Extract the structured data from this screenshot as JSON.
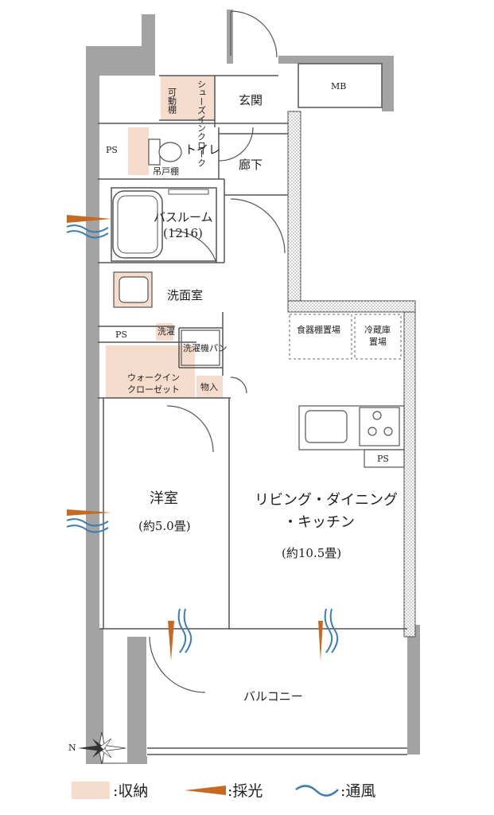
{
  "rooms": {
    "movable_shelf": "可動棚",
    "shoe_in_closet": "シューズインクローク",
    "entrance": "玄関",
    "mb": "MB",
    "ps_upper": "PS",
    "toilet": "トイレ",
    "hanging_cabinet": "吊戸棚",
    "corridor": "廊下",
    "bathroom": "バスルーム",
    "bathroom_size": "(1216)",
    "washroom": "洗面室",
    "ps_middle": "PS",
    "washer_small": "洗濯",
    "washer_pan": "洗濯機パン",
    "walkin_closet_1": "ウォークイン",
    "walkin_closet_2": "クローゼット",
    "storage": "物入",
    "dish_shelf": "食器棚置場",
    "fridge_1": "冷蔵庫",
    "fridge_2": "置場",
    "ps_kitchen": "PS",
    "western_room": "洋室",
    "western_size": "(約5.0畳)",
    "ldk_1": "リビング・ダイニング",
    "ldk_2": "・キッチン",
    "ldk_size": "(約10.5畳)",
    "balcony": "バルコニー"
  },
  "compass": {
    "north": "N"
  },
  "legend": {
    "storage": ":収納",
    "light": ":採光",
    "ventilation": ":通風"
  },
  "colors": {
    "wall": "#a3a3a3",
    "storage_fill": "#f6dccd",
    "light_arrow": "#c46a22",
    "wind": "#3d7db0",
    "line": "#555555"
  }
}
